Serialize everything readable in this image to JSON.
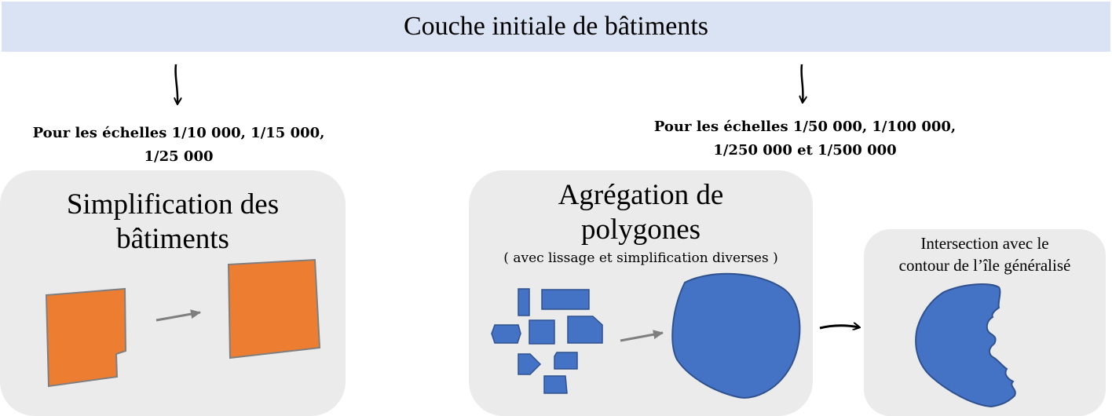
{
  "header": {
    "title": "Couche initiale de bâtiments"
  },
  "left_branch": {
    "scales": [
      "Pour les échelles 1/10 000, 1/15 000,",
      "1/25 000"
    ],
    "box_title": [
      "Simplification des",
      "bâtiments"
    ]
  },
  "right_branch": {
    "scales": [
      "Pour les échelles 1/50 000, 1/100 000,",
      "1/250 000 et 1/500 000"
    ],
    "box_title": [
      "Agrégation de",
      "polygones"
    ],
    "box_subtitle": "( avec lissage et simplification diverses )",
    "intersection_title": [
      "Intersection avec le",
      "contour de l’île généralisé"
    ]
  },
  "colors": {
    "header_bg": "#dae3f3",
    "box_bg": "#ebebeb",
    "building_orange": "#ed7d31",
    "polygon_blue": "#4472c4",
    "arrow_grey": "#7f7f7f"
  }
}
